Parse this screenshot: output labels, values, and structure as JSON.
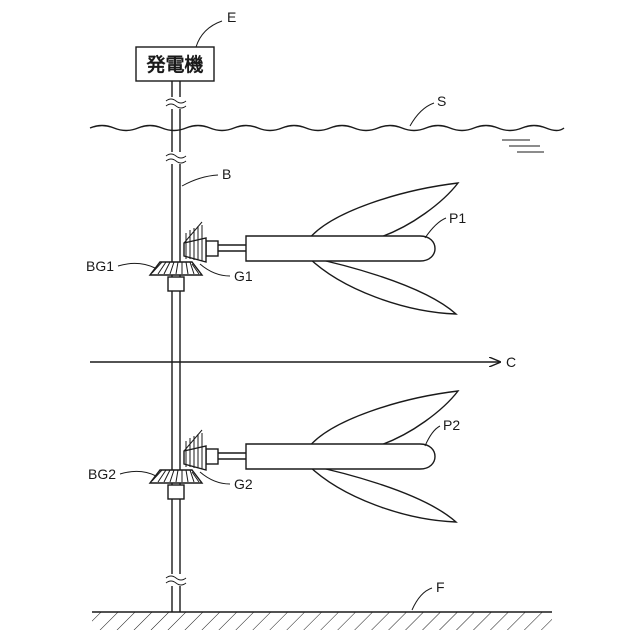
{
  "generator": {
    "label": "発電機",
    "ref": "E"
  },
  "labels": {
    "surface": "S",
    "shaft": "B",
    "flow": "C",
    "seabed": "F",
    "bevel_gear_1": "BG1",
    "gear_1": "G1",
    "propeller_1": "P1",
    "bevel_gear_2": "BG2",
    "gear_2": "G2",
    "propeller_2": "P2"
  }
}
